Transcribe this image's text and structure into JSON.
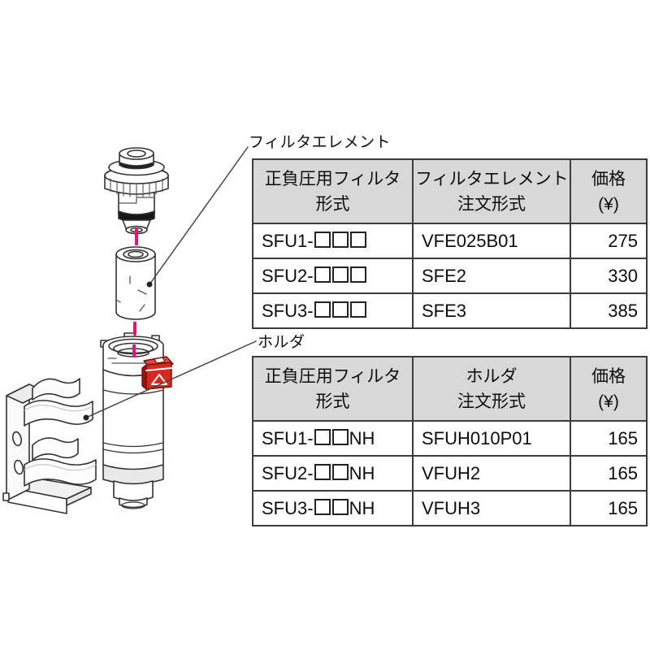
{
  "callouts": {
    "filter_element": "フィルタエレメント",
    "holder": "ホルダ"
  },
  "tables": [
    {
      "name": "filter-element-price-table",
      "headers": [
        {
          "top": "正負圧用フィルタ",
          "bottom": "形式"
        },
        {
          "top": "フィルタエレメント",
          "bottom": "注文形式"
        },
        {
          "top": "価格",
          "bottom": "(¥)"
        }
      ],
      "rows": [
        {
          "model": "SFU1-□□□",
          "order_code": "VFE025B01",
          "price": "275"
        },
        {
          "model": "SFU2-□□□",
          "order_code": "SFE2",
          "price": "330"
        },
        {
          "model": "SFU3-□□□",
          "order_code": "SFE3",
          "price": "385"
        }
      ]
    },
    {
      "name": "holder-price-table",
      "headers": [
        {
          "top": "正負圧用フィルタ",
          "bottom": "形式"
        },
        {
          "top": "ホルダ",
          "bottom": "注文形式"
        },
        {
          "top": "価格",
          "bottom": "(¥)"
        }
      ],
      "rows": [
        {
          "model": "SFU1-□□NH",
          "order_code": "SFUH010P01",
          "price": "165"
        },
        {
          "model": "SFU2-□□NH",
          "order_code": "VFUH2",
          "price": "165"
        },
        {
          "model": "SFU3-□□NH",
          "order_code": "VFUH3",
          "price": "165"
        }
      ]
    }
  ],
  "diagram": {
    "parts": [
      "fitting-cap",
      "filter-element-cartridge",
      "holder-body",
      "red-release-clip",
      "mounting-clip"
    ],
    "colors": {
      "outline": "#333333",
      "centerline_magenta": "#ea1178",
      "clip_red": "#d6281f",
      "clip_red_dark": "#8e130c",
      "table_header_bg": "#d8d8d8",
      "table_border": "#3c3c3c"
    }
  }
}
